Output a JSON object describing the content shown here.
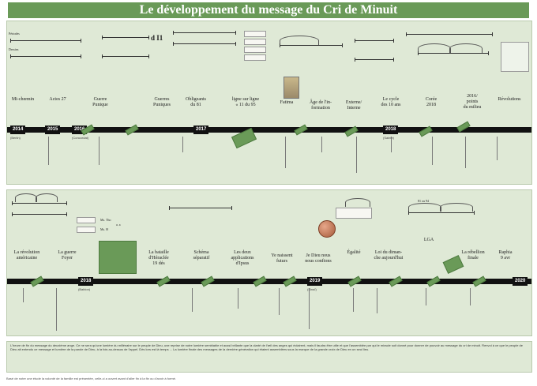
{
  "title": "Le développement du message du Cri de Minuit",
  "row1": {
    "labels": [
      "Mi-chœmin",
      "Actes 27",
      "Guerre\nPunique",
      "Guerres\nPuniques",
      "Obligeants\ndu 81",
      "ligne sur ligne\n« 11 du 95",
      "Fatima",
      "Âge de l'in-\nformation",
      "Externe/\nInterne",
      "Le cycle\ndes 10 ans",
      "Corée\n2018",
      "2016/\npoints\ndu milieu",
      "Révolutions"
    ],
    "years": [
      "2014",
      "2015",
      "2016",
      "2017",
      "2018"
    ],
    "year_notes": [
      "(Berlin)",
      "(Concordat)",
      "(Sainte)"
    ],
    "formula": "d  I1",
    "left_labels": [
      "Périodes",
      "Dessins"
    ]
  },
  "row2": {
    "labels": [
      "La révolution\naméricaine",
      "La guerre\nFoyer",
      "La bataille\nd'Héraclée\n19 dés",
      "Schéma\nséparatif",
      "Les deux\napplications\nd'Ipsus",
      "Ye naissent\nfuturs",
      "Je Dieu nous\nnous confions",
      "Égalité",
      "Loi du diman-\nche aujourd'hui",
      "LGA",
      "La rébellion\nfinale",
      "Raphia\n9 avr"
    ],
    "years": [
      "2018",
      "2019",
      "2020"
    ],
    "year_notes": [
      "(Bablon)",
      "(Sinaï)"
    ],
    "box_labels": [
      "Ms. Tho",
      "a. a",
      "Ms. H"
    ],
    "arc_label": "81 ou 94"
  },
  "footer_text": "L'heure de fin du message du deuxième ange. Ce ne sera qu'une lumière du millénaire sur le peuple de Dieu, une reprise de notre lumière semblable et aussi brillante que la clarté de l'œil des anges qui éclairent, mais il faudra être utile et que l'assemblée par qui le miracle soit donné pour donner de pouvoir au message du cri de minuit. Renvoi à ce que le peuple de Dieu ait entendu ce message et lumière de la parole de Dieu, à la fois au-dessus de l'appel. Dès lors est là temps ... La lumière finale des messages de la dernière génération qui étaient assemblées sous la marque de la grande croix de Dieu en un seul lieu.",
  "credit": "Basé de notre une étude la volonté de la famille est présentée, celle-ci a ouvert avant d'aller fin à la fin ou d'avoir à formé.",
  "colors": {
    "accent": "#6a9a58",
    "panel": "#dfe9d6",
    "timeline": "#111111"
  }
}
